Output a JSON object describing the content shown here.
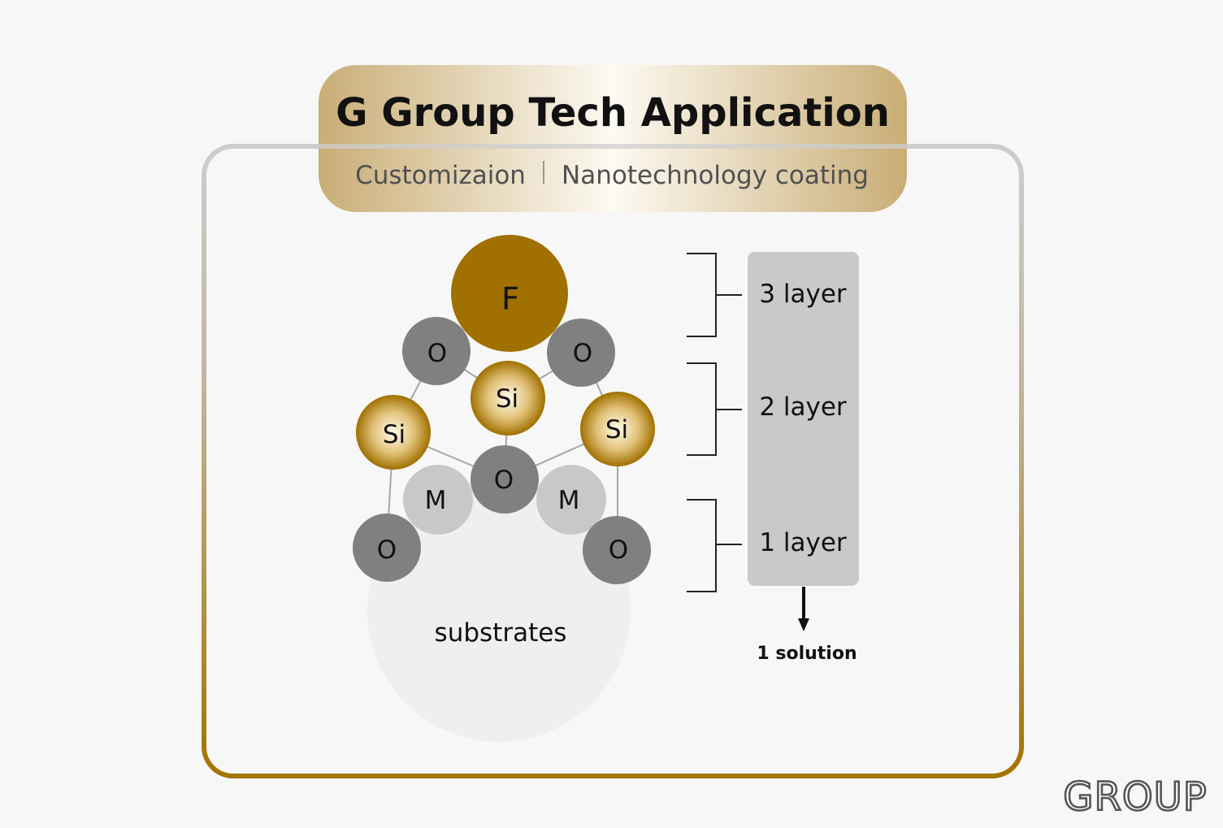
{
  "header": {
    "title": "G Group Tech Application",
    "subtitle_left": "Customizaion",
    "subtitle_right": "Nanotechnology coating"
  },
  "molecule": {
    "substrate_label": "substrates",
    "atoms": {
      "f": "F",
      "o_top_left": "O",
      "o_top_right": "O",
      "si_center": "Si",
      "si_left": "Si",
      "si_right": "Si",
      "o_center": "O",
      "m_left": "M",
      "m_right": "M",
      "o_bottom_left": "O",
      "o_bottom_right": "O"
    }
  },
  "layers": {
    "labels": [
      "3 layer",
      "2 layer",
      "1 layer"
    ],
    "solution": "1 solution"
  },
  "brand": {
    "logo_text": "GROUP"
  },
  "colors": {
    "gold": "#a07000",
    "gold_light": "#fffbea",
    "oxygen": "#808080",
    "metal": "#c8c8c8",
    "substrate": "#efefef",
    "layer_bar": "#c9c9c9"
  }
}
